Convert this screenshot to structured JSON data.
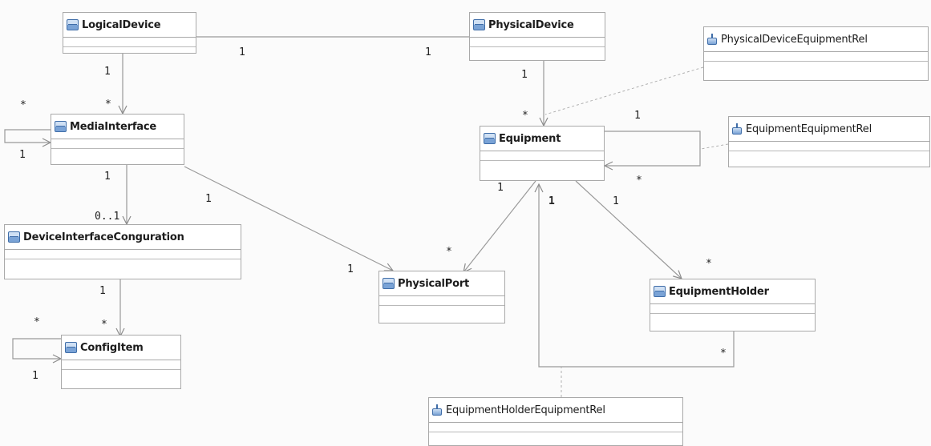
{
  "classes": {
    "logical_device": "LogicalDevice",
    "physical_device": "PhysicalDevice",
    "media_interface": "MediaInterface",
    "equipment": "Equipment",
    "device_interface_conguration": "DeviceInterfaceConguration",
    "physical_port": "PhysicalPort",
    "equipment_holder": "EquipmentHolder",
    "config_item": "ConfigItem"
  },
  "relationship_classes": {
    "physical_device_equipment_rel": "PhysicalDeviceEquipmentRel",
    "equipment_equipment_rel": "EquipmentEquipmentRel",
    "equipment_holder_equipment_rel": "EquipmentHolderEquipmentRel"
  },
  "multiplicities": {
    "logical_physical_left": "1",
    "logical_physical_right": "1",
    "logical_media_src": "1",
    "logical_media_dst": "*",
    "media_self_top": "*",
    "media_self_bottom": "1",
    "physical_equipment_src": "1",
    "physical_equipment_dst": "*",
    "equipment_self_top": "1",
    "equipment_self_bottom": "*",
    "media_dic_src": "1",
    "media_dic_dst": "0..1",
    "media_port_src": "1",
    "media_port_dst": "1",
    "equipment_port_src": "1",
    "equipment_port_dst": "*",
    "equipment_holder_up": "1",
    "equipment_holder_src": "1",
    "equipment_holder_dst": "*",
    "holder_back": "*",
    "dic_config_src": "1",
    "dic_config_dst": "*",
    "config_self_top": "*",
    "config_self_bottom": "1"
  },
  "colors": {
    "line": "#9a9a9a",
    "dashed_line": "#b0b0b0",
    "class_border": "#a9a9a9",
    "icon_blue": "#3f6da8"
  }
}
